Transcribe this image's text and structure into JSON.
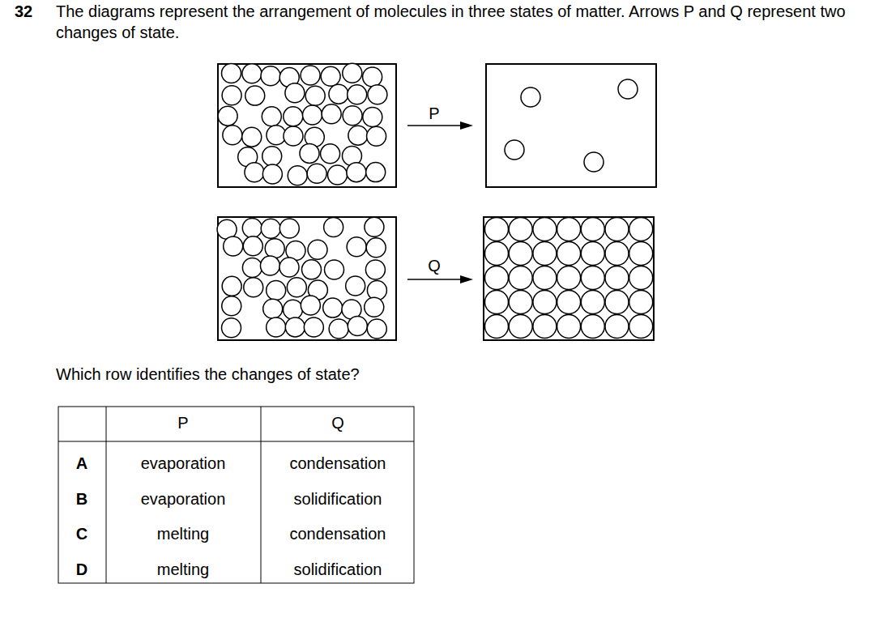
{
  "diagram": {
    "labels": [
      "32",
      "The diagrams represent the arrangement of molecules in three states of matter. Arrows P and Q represent two changes of state.",
      "P",
      "Q",
      "Which row identifies the changes of state?",
      "P",
      "Q",
      "A",
      "evaporation",
      "condensation",
      "B",
      "evaporation",
      "solidification",
      "C",
      "melting",
      "condensation",
      "D",
      "melting",
      "solidification"
    ]
  }
}
